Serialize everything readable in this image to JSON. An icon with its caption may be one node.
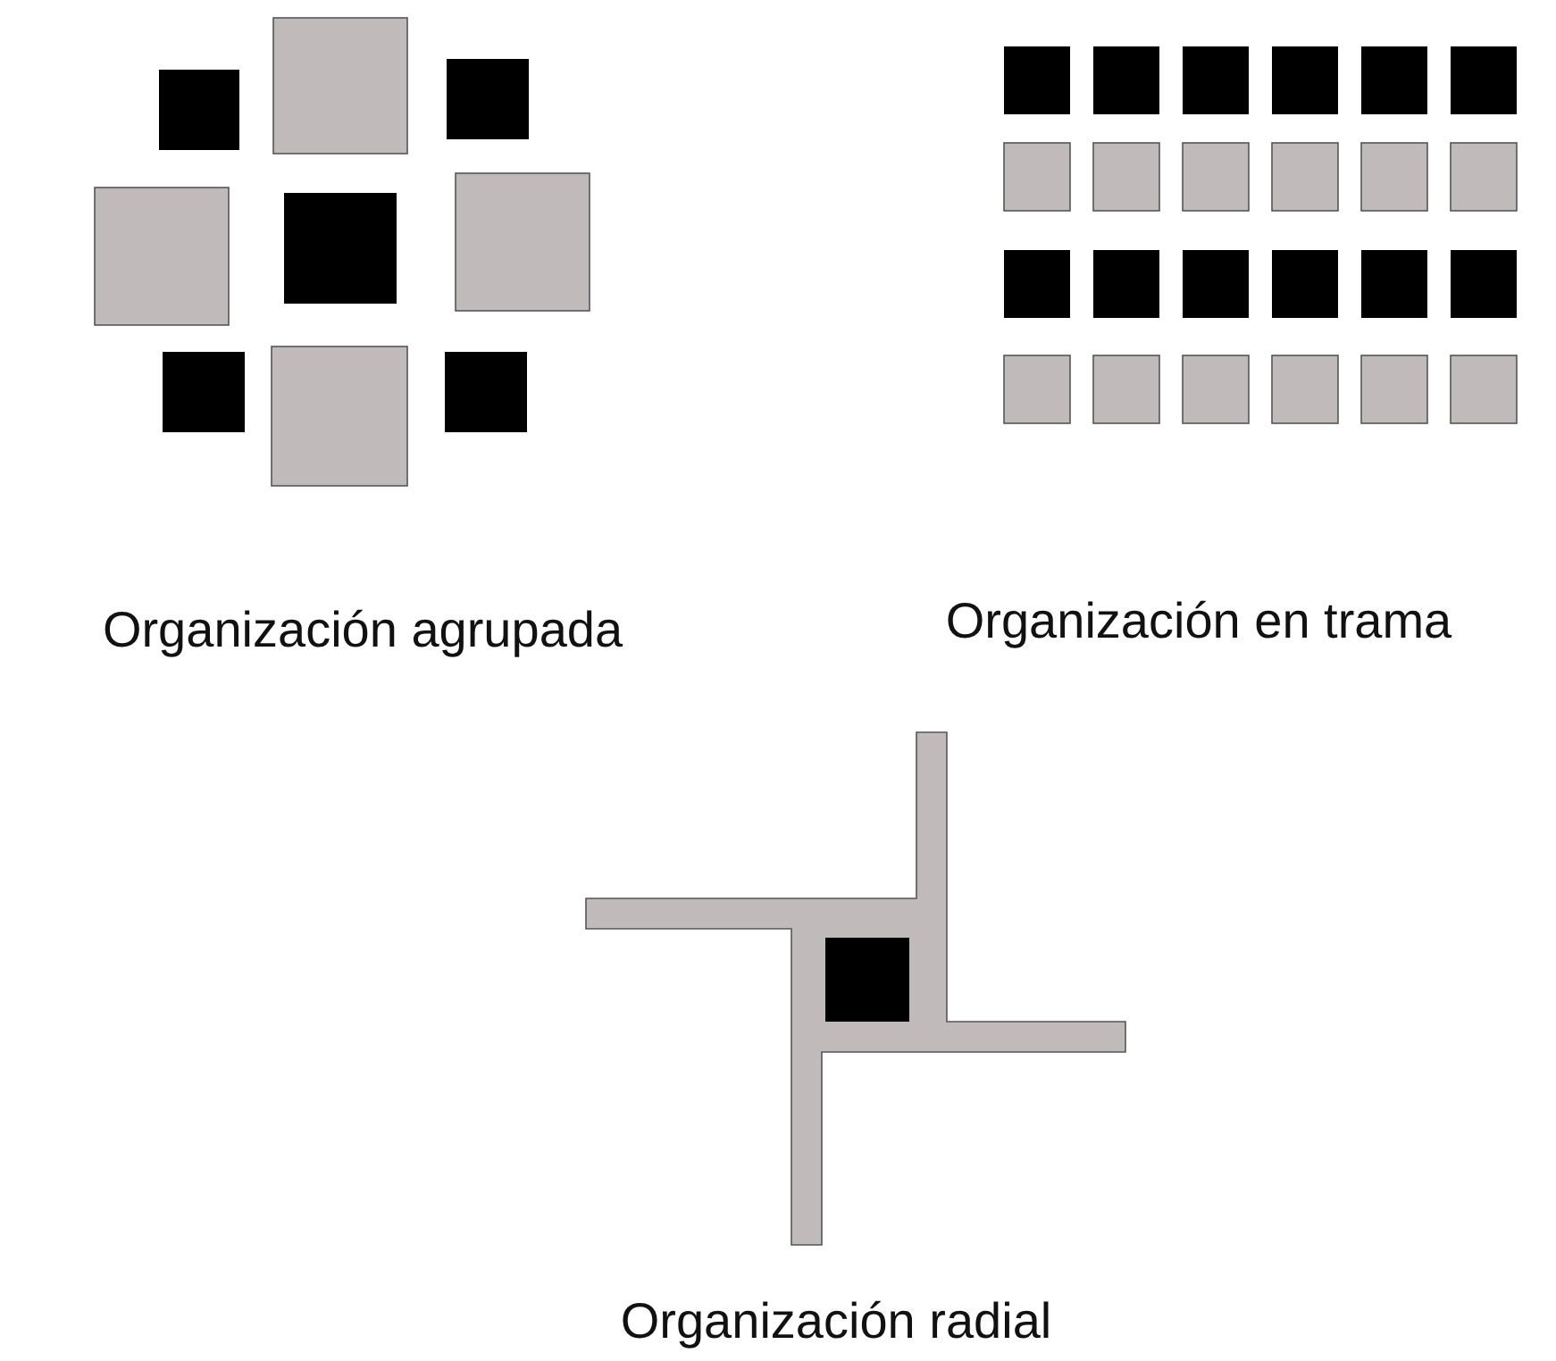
{
  "diagram": {
    "labels": [
      "Organización agrupada",
      "Organización en trama",
      "Organización radial"
    ]
  }
}
